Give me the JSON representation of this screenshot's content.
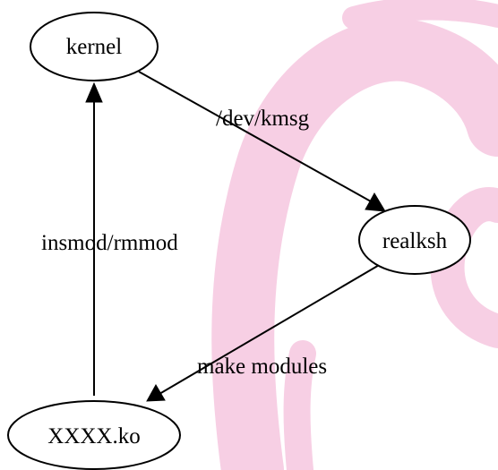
{
  "colors": {
    "background": "#ffffff",
    "watermark": "#f7cfe4",
    "ink": "#000000"
  },
  "watermark": {
    "name": "debian-swirl-logo"
  },
  "nodes": {
    "kernel": {
      "label": "kernel"
    },
    "realksh": {
      "label": "realksh"
    },
    "module": {
      "label": "XXXX.ko"
    }
  },
  "edges": {
    "kmsg": {
      "label": "/dev/kmsg",
      "from": "kernel",
      "to": "realksh"
    },
    "make": {
      "label": "make modules",
      "from": "realksh",
      "to": "module"
    },
    "insmod": {
      "label": "insmod/rmmod",
      "from": "module",
      "to": "kernel"
    }
  }
}
